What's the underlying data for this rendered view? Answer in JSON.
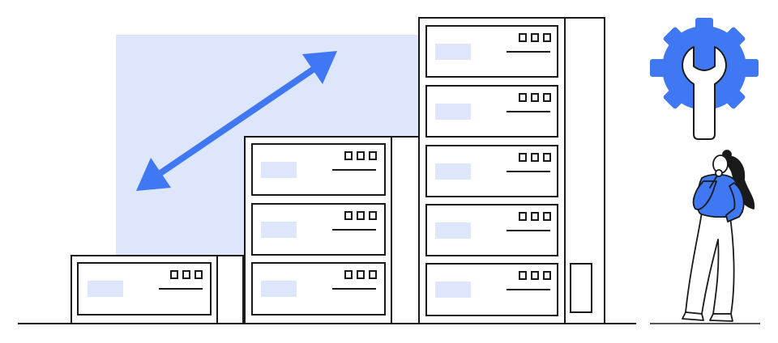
{
  "illustration": {
    "subject": "server-scaling",
    "colors": {
      "accent": "#3f78f2",
      "panel": "#dde6fb",
      "line": "#1a1a1a",
      "background": "#ffffff"
    },
    "icons": [
      "double-arrow-icon",
      "gear-wrench-icon"
    ],
    "server_racks": [
      {
        "name": "small-rack",
        "units": 1
      },
      {
        "name": "medium-rack",
        "units": 3
      },
      {
        "name": "large-rack",
        "units": 5
      }
    ],
    "figure": "woman-thinking"
  }
}
